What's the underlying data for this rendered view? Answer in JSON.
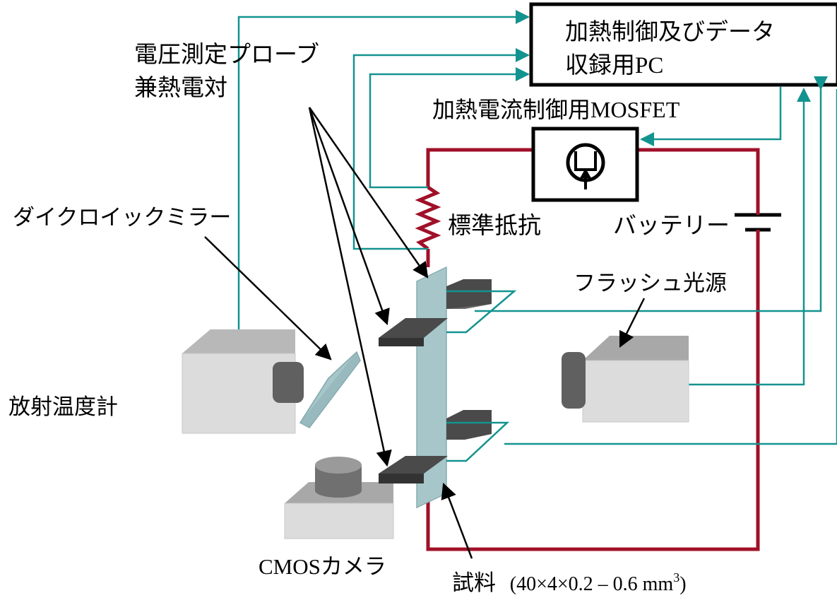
{
  "pc": {
    "line1": "加熱制御及びデータ",
    "line2_jp": "収録用",
    "line2_en": "PC"
  },
  "probe_label": {
    "line1": "電圧測定プローブ",
    "line2": "兼熱電対"
  },
  "mosfet_label": {
    "jp": "加熱電流制御用",
    "en": "MOSFET"
  },
  "resistor_label": "標準抵抗",
  "battery_label": "バッテリー",
  "flash_label": "フラッシュ光源",
  "mirror_label": "ダイクロイックミラー",
  "pyrometer_label": "放射温度計",
  "camera_label": {
    "en": "CMOS",
    "jp": "カメラ"
  },
  "sample_label": {
    "jp": "試料",
    "dims": "(40×4×0.2 – 0.6 mm",
    "sup": "3",
    "close": ")"
  },
  "colors": {
    "wire": "#13938f",
    "circuit": "#a01028",
    "sample": "#a6c6c9",
    "clamp": "#4a4a4a",
    "box_face": "#dcdcdc",
    "box_top": "#9a9a9a"
  }
}
